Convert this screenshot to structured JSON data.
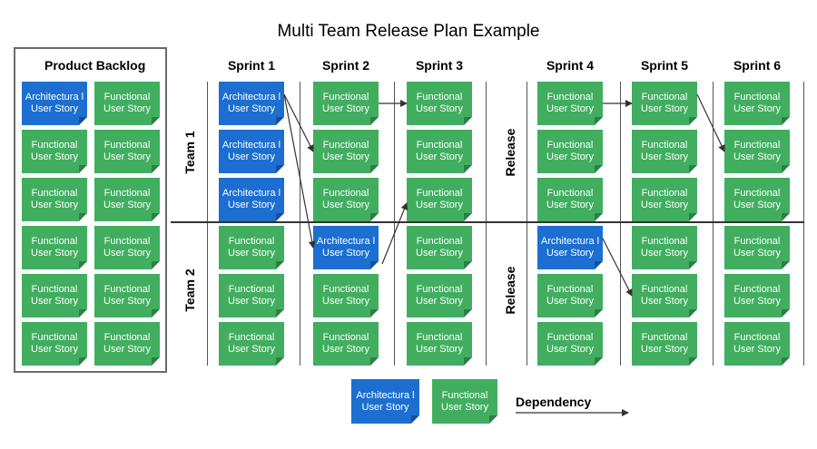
{
  "title": "Multi Team Release Plan Example",
  "backlog_title": "Product Backlog",
  "sprints": [
    "Sprint 1",
    "Sprint 2",
    "Sprint 3",
    "Sprint 4",
    "Sprint 5",
    "Sprint 6"
  ],
  "teams": [
    "Team 1",
    "Team 2"
  ],
  "release_label": "Release",
  "card_types": {
    "functional": "Functional User Story",
    "architectural": "Architectura l User Story"
  },
  "colors": {
    "functional": "#41ae5f",
    "architectural": "#1c6fd0",
    "line": "#333333"
  },
  "backlog_grid": [
    [
      "architectural",
      "functional"
    ],
    [
      "functional",
      "functional"
    ],
    [
      "functional",
      "functional"
    ],
    [
      "functional",
      "functional"
    ],
    [
      "functional",
      "functional"
    ],
    [
      "functional",
      "functional"
    ]
  ],
  "sprint_grid": [
    [
      "architectural",
      "functional",
      "functional",
      "functional",
      "functional",
      "functional"
    ],
    [
      "architectural",
      "functional",
      "functional",
      "functional",
      "functional",
      "functional"
    ],
    [
      "architectural",
      "functional",
      "functional",
      "functional",
      "functional",
      "functional"
    ],
    [
      "functional",
      "architectural",
      "functional",
      "architectural",
      "functional",
      "functional"
    ],
    [
      "functional",
      "functional",
      "functional",
      "functional",
      "functional",
      "functional"
    ],
    [
      "functional",
      "functional",
      "functional",
      "functional",
      "functional",
      "functional"
    ]
  ],
  "dependencies": [
    {
      "from": [
        0,
        0
      ],
      "to": [
        1,
        1
      ]
    },
    {
      "from": [
        0,
        0
      ],
      "to": [
        3,
        1
      ]
    },
    {
      "from": [
        0,
        1
      ],
      "to": [
        0,
        2
      ]
    },
    {
      "from": [
        3,
        1
      ],
      "to": [
        2,
        2
      ]
    },
    {
      "from": [
        0,
        3
      ],
      "to": [
        0,
        4
      ]
    },
    {
      "from": [
        0,
        4
      ],
      "to": [
        1,
        5
      ]
    },
    {
      "from": [
        3,
        3
      ],
      "to": [
        4,
        4
      ]
    }
  ],
  "legend": {
    "architectural": "Architectura l User Story",
    "functional": "Functional User Story",
    "dependency": "Dependency"
  }
}
